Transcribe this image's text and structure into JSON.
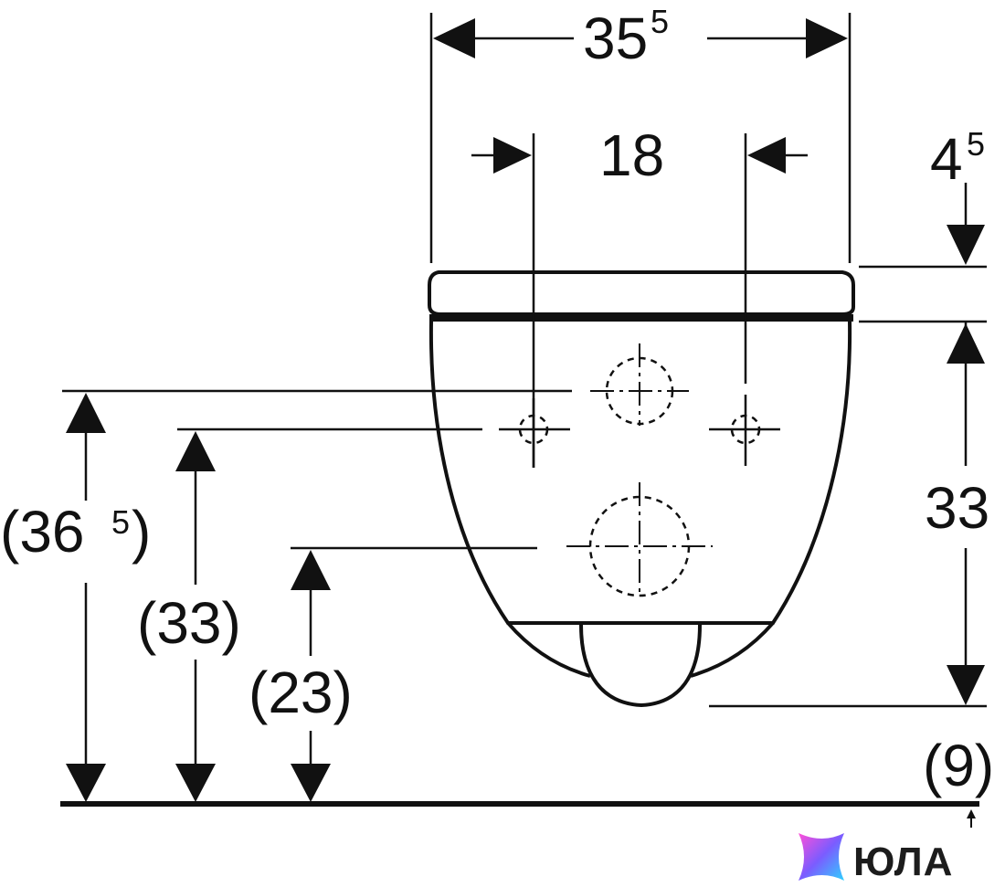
{
  "dimensions": {
    "overall_width": {
      "main": "35",
      "sup": "5"
    },
    "mount_spacing": {
      "main": "18"
    },
    "seat_thickness": {
      "main": "4",
      "sup": "5"
    },
    "bowl_height": {
      "main": "33"
    },
    "floor_gap": {
      "main": "(9)"
    },
    "height_top_outlet": {
      "main": "(36",
      "sup": "5",
      "close": ")"
    },
    "height_mount_holes": {
      "main": "(33)"
    },
    "height_drain_outlet": {
      "main": "(23)"
    }
  },
  "logo": {
    "text": "ЮЛА",
    "gradient": [
      "#ff4fd8",
      "#7b5cff",
      "#2fd1ff"
    ]
  }
}
